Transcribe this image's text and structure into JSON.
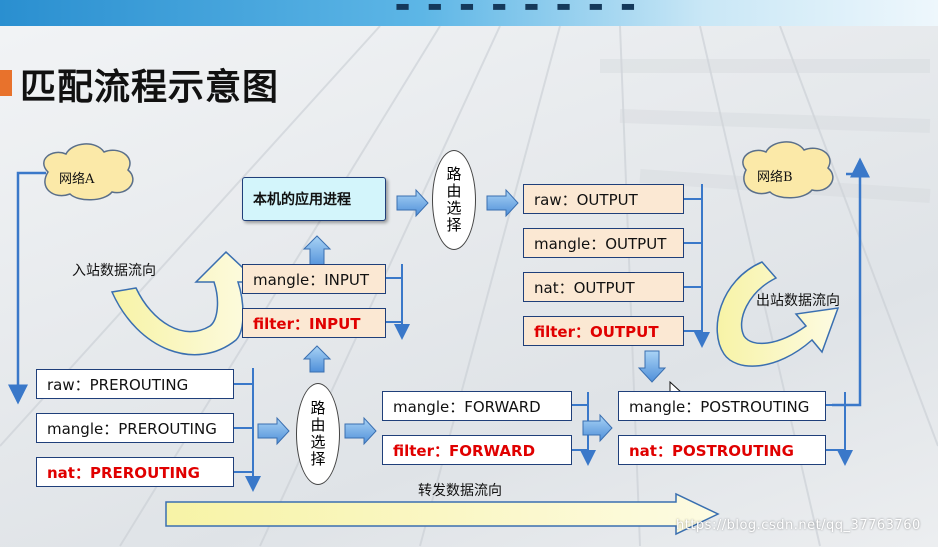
{
  "title": "匹配流程示意图",
  "clouds": {
    "a": "网络A",
    "b": "网络B"
  },
  "flow_labels": {
    "inbound": "入站数据流向",
    "outbound": "出站数据流向",
    "forward": "转发数据流向"
  },
  "app_process": "本机的应用进程",
  "routing_label": "路由选择",
  "prerouting": {
    "raw": "raw：PREROUTING",
    "mangle": "mangle：PREROUTING",
    "nat": "nat：PREROUTING"
  },
  "input": {
    "mangle": "mangle：INPUT",
    "filter": "filter：INPUT"
  },
  "output": {
    "raw": "raw：OUTPUT",
    "mangle": "mangle：OUTPUT",
    "nat": "nat：OUTPUT",
    "filter": "filter：OUTPUT"
  },
  "forward": {
    "mangle": "mangle：FORWARD",
    "filter": "filter：FORWARD"
  },
  "postrouting": {
    "mangle": "mangle：POSTROUTING",
    "nat": "nat：POSTROUTING"
  },
  "watermark": "https://blog.csdn.net/qq_37763760",
  "colors": {
    "arrow_blue": "#3a78c9",
    "box_border": "#1f3f7a",
    "red_text": "#e00000",
    "accent": "#e8722c",
    "yellow_arrow": "#fbf8c2"
  }
}
